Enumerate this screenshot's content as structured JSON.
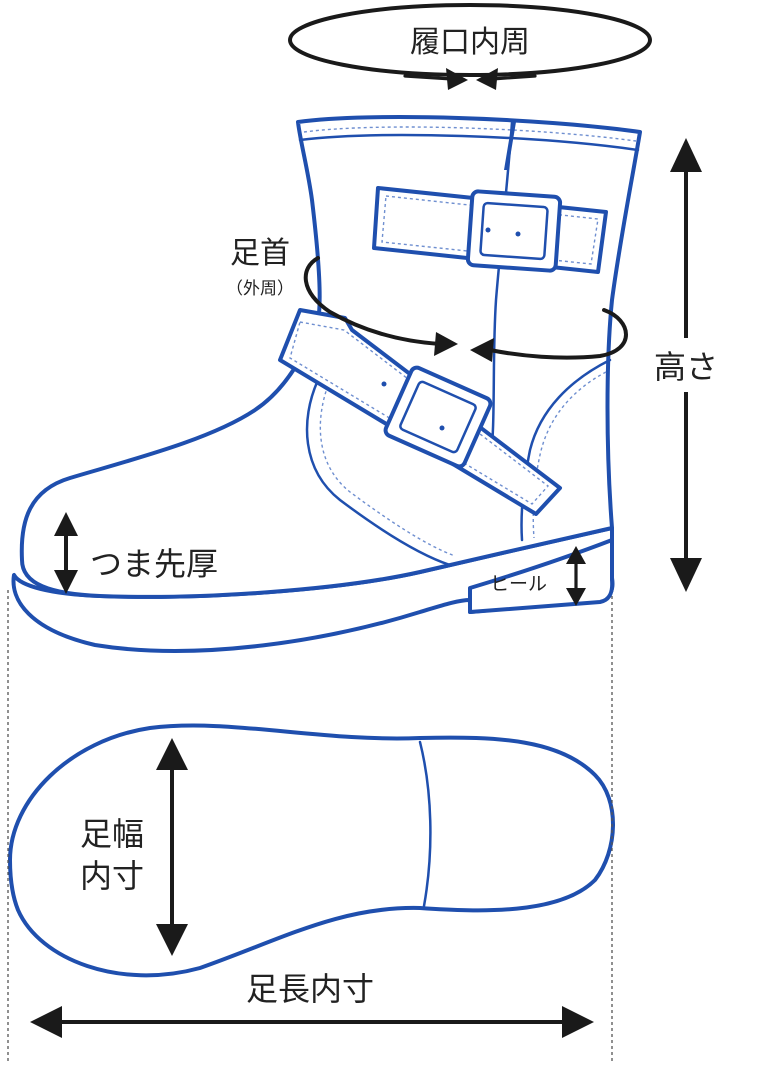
{
  "labels": {
    "opening_circumference": "履口内周",
    "ankle": "足首",
    "ankle_note": "（外周）",
    "height": "高さ",
    "toe_thickness": "つま先厚",
    "heel": "ヒール",
    "foot_width_line1": "足幅",
    "foot_width_line2": "内寸",
    "foot_length": "足長内寸"
  },
  "colors": {
    "outline": "#1f4fae",
    "arrows": "#1a1a1a",
    "text": "#222222"
  }
}
